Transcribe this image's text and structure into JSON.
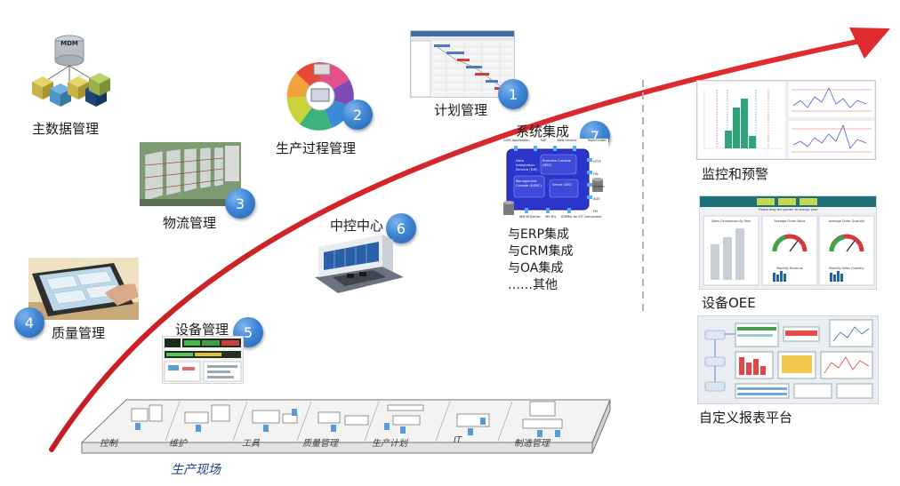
{
  "modules": {
    "mdm": {
      "label": "主数据管理",
      "icon_text": "MDM"
    },
    "plan": {
      "label": "计划管理",
      "badge": "1"
    },
    "process": {
      "label": "生产过程管理",
      "badge": "2"
    },
    "logistics": {
      "label": "物流管理",
      "badge": "3"
    },
    "quality": {
      "label": "质量管理",
      "badge": "4"
    },
    "equipment": {
      "label": "设备管理",
      "badge": "5"
    },
    "control_center": {
      "label": "中控中心",
      "badge": "6"
    },
    "integration": {
      "label": "系统集成",
      "badge": "7",
      "items": [
        "与ERP集成",
        "与CRM集成",
        "与OA集成",
        "……其他"
      ],
      "diagram": {
        "top_tags": [
          "COM Application",
          "SAP",
          "Web Service",
          "TeamCenter"
        ],
        "right_tags": [
          "HTTP",
          "File System",
          "ADO",
          "FM"
        ],
        "bottom_tags": [
          "IBM MQSeries",
          "MS MQ",
          "EDMML for SIT Component"
        ],
        "core_left": "Data Integration Service (DIS)",
        "core_top": "Runtime Console (RSS)",
        "core_mid": "Management Console (DSMC)",
        "core_right": "Server (DIS)"
      }
    }
  },
  "right_panel": {
    "monitoring": {
      "label": "监控和预警"
    },
    "oee": {
      "label": "设备OEE",
      "chart_titles": [
        "Sales Comparison By Year",
        "Average Order Value",
        "Average Order Quantity",
        "Monthly Revenue",
        "Monthly Sales Quantity"
      ],
      "hint": "Please drag the pointer to change year"
    },
    "reports": {
      "label": "自定义报表平台"
    }
  },
  "factory": {
    "title": "生产现场",
    "segments": [
      "控制",
      "维护",
      "工具",
      "质量管理",
      "生产计划",
      "IT",
      "制造管理"
    ]
  },
  "colors": {
    "arrow": "#d9262a",
    "badge": "#3f86d6",
    "divider": "#9bb7c9",
    "bottom_title": "#1f3c78"
  }
}
